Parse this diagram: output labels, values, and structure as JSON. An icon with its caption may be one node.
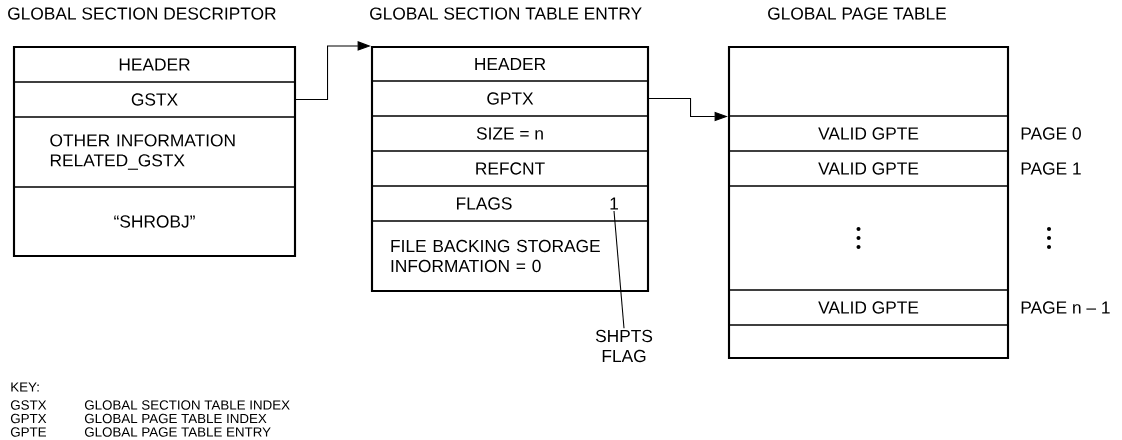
{
  "diagram": {
    "nodes": [
      {
        "text": [
          "GLOBAL SECTION DESCRIPTOR"
        ]
      },
      {
        "text": [
          "HEADER"
        ],
        "in": 0
      },
      {
        "text": [
          "GSTX"
        ],
        "in": 0
      },
      {
        "text": [
          "OTHER INFORMATION RELATED_GSTX"
        ],
        "in": 0
      },
      {
        "text": [
          "“SHROBJ”"
        ],
        "in": 0
      },
      {
        "text": [
          "GLOBAL SECTION TABLE ENTRY"
        ]
      },
      {
        "text": [
          "HEADER"
        ],
        "in": 5
      },
      {
        "text": [
          "GPTX"
        ],
        "in": 5
      },
      {
        "text": [
          "SIZE = n"
        ],
        "in": 5
      },
      {
        "text": [
          "REFCNT"
        ],
        "in": 5
      },
      {
        "text": [
          "FLAGS",
          "1"
        ],
        "in": 5
      },
      {
        "text": [
          "FILE BACKING STORAGE INFORMATION = 0"
        ],
        "in": 5
      },
      {
        "text": [
          "GLOBAL PAGE TABLE"
        ]
      },
      {
        "text": [],
        "shape": "box",
        "in": 12
      },
      {
        "text": [
          "VALID GPTE"
        ],
        "in": 12,
        "beside": [
          "PAGE 0"
        ]
      },
      {
        "text": [
          "VALID GPTE"
        ],
        "in": 12,
        "beside": [
          "PAGE 1"
        ]
      },
      {
        "text": [],
        "shape": "box",
        "in": 12
      },
      {
        "text": [
          "VALID GPTE"
        ],
        "in": 12,
        "beside": [
          "PAGE n – 1"
        ]
      },
      {
        "text": [],
        "shape": "box",
        "in": 12
      },
      {
        "text": [
          "SHPTS FLAG"
        ]
      }
    ],
    "edges": [
      {
        "from": 2,
        "to": 5,
        "arrow": "to"
      },
      {
        "from": 7,
        "to": 12,
        "arrow": "to"
      },
      {
        "from": 19,
        "to": 10,
        "arrow": "none"
      }
    ],
    "labels": [
      "KEY:",
      "GSTX",
      "GLOBAL SECTION TABLE INDEX",
      "GPTX",
      "GLOBAL PAGE TABLE INDEX",
      "GPTE",
      "GLOBAL PAGE TABLE ENTRY"
    ]
  }
}
